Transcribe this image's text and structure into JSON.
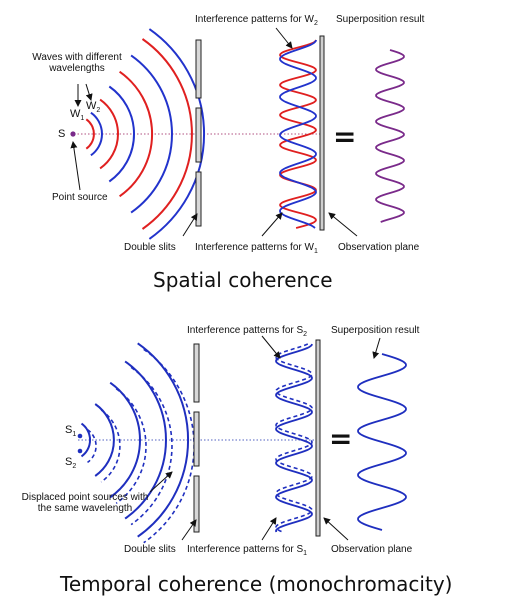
{
  "spatial": {
    "caption": "Spatial coherence",
    "waves_label_line1": "Waves with different",
    "waves_label_line2": "wavelengths",
    "w1": "W",
    "w1_sub": "1",
    "w2": "W",
    "w2_sub": "2",
    "source": "S",
    "point_source": "Point source",
    "double_slits": "Double slits",
    "interf_top": "Interference patterns for W",
    "interf_top_sub": "2",
    "interf_bottom": "Interference patterns for W",
    "interf_bottom_sub": "1",
    "superposition": "Superposition result",
    "observation_plane": "Observation plane",
    "equals": "=",
    "colors": {
      "w1": "#2233cc",
      "w2": "#e02020",
      "result": "#7a2a8a",
      "axis": "#b05080"
    }
  },
  "temporal": {
    "caption": "Temporal coherence (monochromacity)",
    "s1": "S",
    "s1_sub": "1",
    "s2": "S",
    "s2_sub": "2",
    "displaced_line1": "Displaced point sources with",
    "displaced_line2": "the same wavelength",
    "double_slits": "Double slits",
    "interf_top": "Interference patterns for S",
    "interf_top_sub": "2",
    "interf_bottom": "Interference patterns for S",
    "interf_bottom_sub": "1",
    "superposition": "Superposition result",
    "observation_plane": "Observation plane",
    "equals": "=",
    "colors": {
      "wave": "#1f2fbf",
      "axis": "#5060c0"
    }
  }
}
